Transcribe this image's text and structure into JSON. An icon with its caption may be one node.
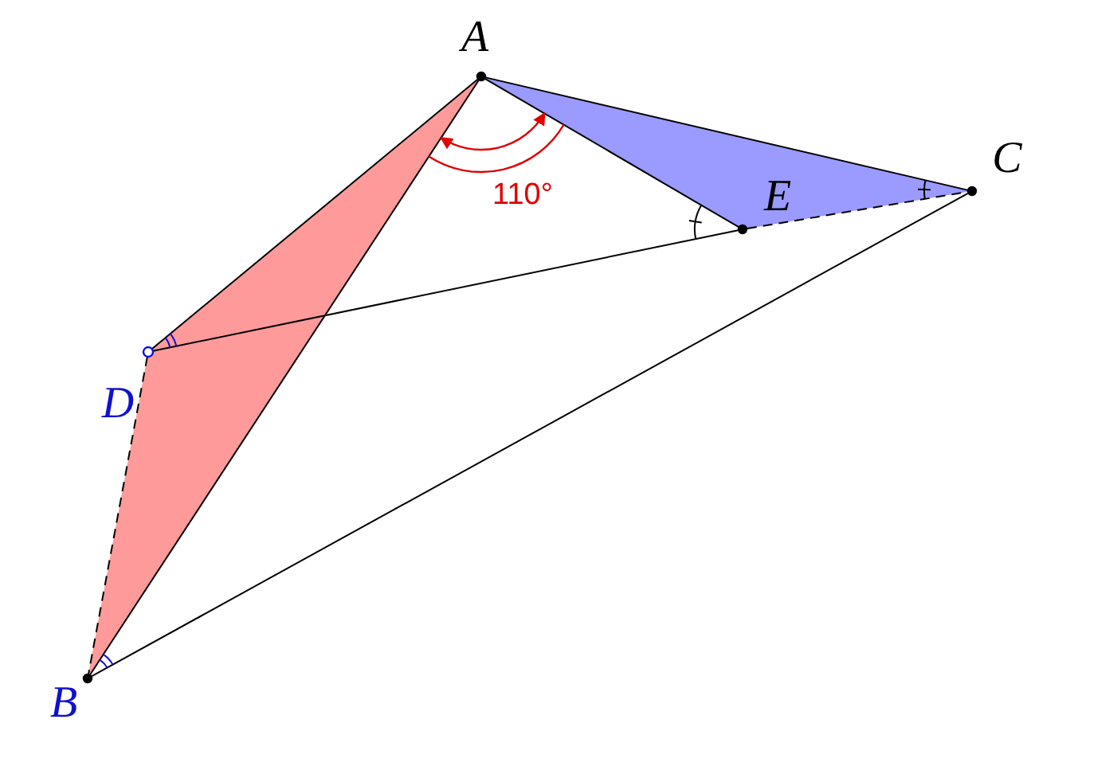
{
  "diagram": {
    "nodes": [
      {
        "text": [
          "A"
        ]
      },
      {
        "text": [
          "B"
        ]
      },
      {
        "text": [
          "C"
        ]
      },
      {
        "text": [
          "D"
        ]
      },
      {
        "text": [
          "E"
        ]
      }
    ],
    "edges": [
      {
        "from": 0,
        "to": 1,
        "arrow": "none"
      },
      {
        "from": 0,
        "to": 2,
        "arrow": "none"
      },
      {
        "from": 0,
        "to": 3,
        "arrow": "none"
      },
      {
        "from": 0,
        "to": 4,
        "arrow": "none"
      },
      {
        "from": 1,
        "to": 2,
        "arrow": "none"
      },
      {
        "from": 3,
        "to": 1,
        "arrow": "none",
        "style": "dashed"
      },
      {
        "from": 4,
        "to": 2,
        "arrow": "none",
        "style": "dashed"
      },
      {
        "from": 3,
        "to": 4,
        "arrow": "none"
      }
    ],
    "labels": [
      "110°"
    ]
  }
}
